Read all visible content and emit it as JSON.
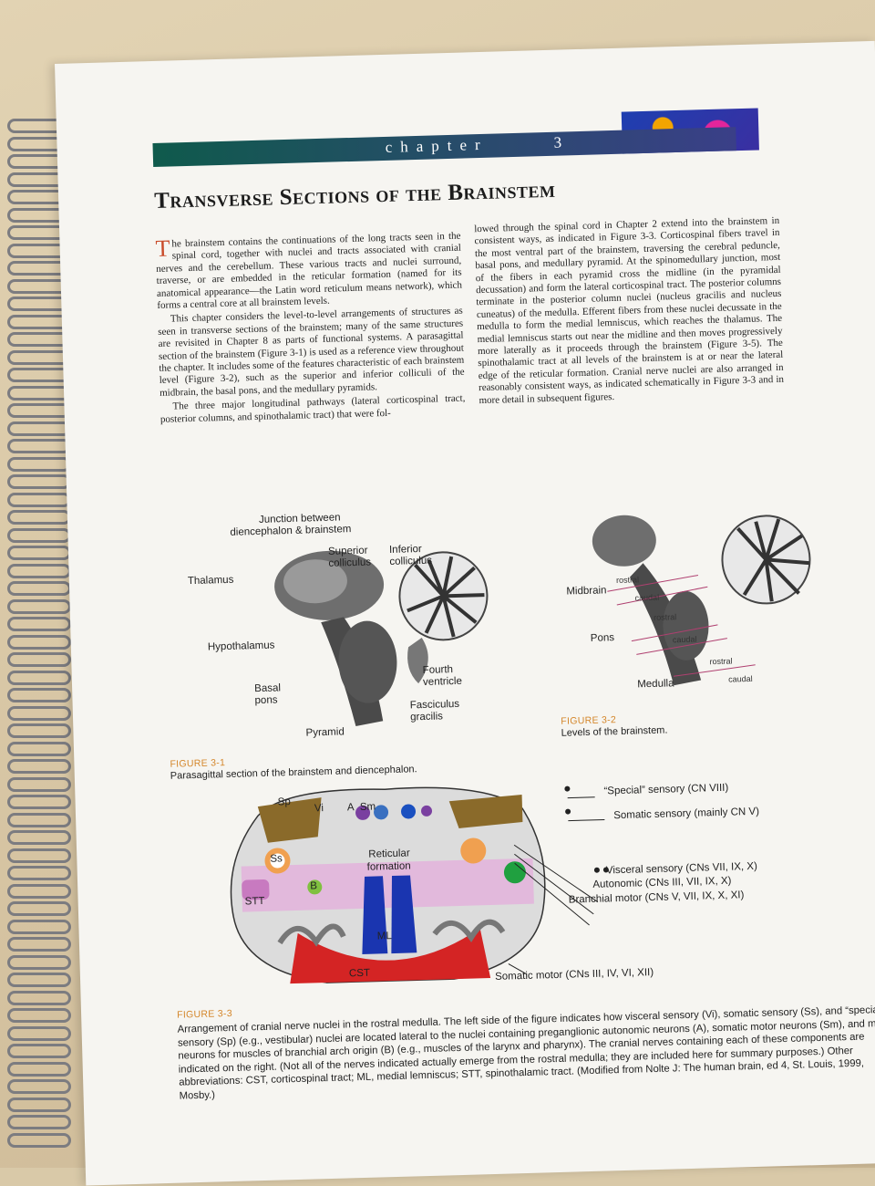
{
  "chapter": {
    "word": "chapter",
    "number": "3"
  },
  "title": "Transverse Sections of the Brainstem",
  "body": {
    "col1": [
      "he brainstem contains the continuations of the long tracts seen in the spinal cord, together with nuclei and tracts associated with cranial nerves and the cerebellum. These various tracts and nuclei surround, traverse, or are embedded in the reticular formation (named for its anatomical appearance—the Latin word reticulum means network), which forms a central core at all brainstem levels.",
      "This chapter considers the level-to-level arrangements of structures as seen in transverse sections of the brainstem; many of the same structures are revisited in Chapter 8 as parts of functional systems. A parasagittal section of the brainstem (Figure 3-1) is used as a reference view throughout the chapter. It includes some of the features characteristic of each brainstem level (Figure 3-2), such as the superior and inferior colliculi of the midbrain, the basal pons, and the medullary pyramids.",
      "The three major longitudinal pathways (lateral corticospinal tract, posterior columns, and spinothalamic tract) that were fol-"
    ],
    "dropcap": "T",
    "col2": [
      "lowed through the spinal cord in Chapter 2 extend into the brainstem in consistent ways, as indicated in Figure 3-3. Corticospinal fibers travel in the most ventral part of the brainstem, traversing the cerebral peduncle, basal pons, and medullary pyramid. At the spinomedullary junction, most of the fibers in each pyramid cross the midline (in the pyramidal decussation) and form the lateral corticospinal tract. The posterior columns terminate in the posterior column nuclei (nucleus gracilis and nucleus cuneatus) of the medulla. Efferent fibers from these nuclei decussate in the medulla to form the medial lemniscus, which reaches the thalamus. The medial lemniscus starts out near the midline and then moves progressively more laterally as it proceeds through the brainstem (Figure 3-5). The spinothalamic tract at all levels of the brainstem is at or near the lateral edge of the reticular formation. Cranial nerve nuclei are also arranged in reasonably consistent ways, as indicated schematically in Figure 3-3 and in more detail in subsequent figures."
    ]
  },
  "fig1": {
    "label": "FIGURE 3-1",
    "caption": "Parasagittal section of the brainstem and diencephalon.",
    "labels": {
      "junction_1": "Junction between",
      "junction_2": "diencephalon & brainstem",
      "superior_1": "Superior",
      "superior_2": "colliculus",
      "inferior_1": "Inferior",
      "inferior_2": "colliculus",
      "thalamus": "Thalamus",
      "hypothalamus": "Hypothalamus",
      "basal_1": "Basal",
      "basal_2": "pons",
      "fourth_1": "Fourth",
      "fourth_2": "ventricle",
      "fasciculus_1": "Fasciculus",
      "fasciculus_2": "gracilis",
      "pyramid": "Pyramid"
    }
  },
  "fig2": {
    "label": "FIGURE 3-2",
    "caption": "Levels of the brainstem.",
    "labels": {
      "midbrain": "Midbrain",
      "pons": "Pons",
      "medulla": "Medulla",
      "rostral": "rostral",
      "caudal": "caudal"
    }
  },
  "fig3": {
    "nuclei": {
      "sp": "Sp",
      "vi": "Vi",
      "a": "A",
      "sm": "Sm",
      "ss": "Ss",
      "b": "B",
      "stt": "STT",
      "reticular_1": "Reticular",
      "reticular_2": "formation",
      "ml": "ML",
      "cst": "CST"
    },
    "callouts": {
      "special": "“Special” sensory (CN VIII)",
      "somatic_sensory": "Somatic sensory (mainly CN V)",
      "visceral": "Visceral sensory (CNs VII, IX, X)",
      "autonomic": "Autonomic (CNs III, VII, IX, X)",
      "branchial": "Branchial motor (CNs V, VII, IX, X, XI)",
      "somatic_motor": "Somatic motor (CNs III, IV, VI, XII)"
    },
    "label": "FIGURE 3-3",
    "caption": "Arrangement of cranial nerve nuclei in the rostral medulla. The left side of the figure indicates how visceral sensory (Vi), somatic sensory (Ss), and “special” sensory (Sp) (e.g., vestibular) nuclei are located lateral to the nuclei containing preganglionic autonomic neurons (A), somatic motor neurons (Sm), and motor neurons for muscles of branchial arch origin (B) (e.g., muscles of the larynx and pharynx). The cranial nerves containing each of these components are indicated on the right. (Not all of the nerves indicated actually emerge from the rostral medulla; they are included here for summary purposes.) Other abbreviations: CST, corticospinal tract; ML, medial lemniscus; STT, spinothalamic tract. (Modified from Nolte J: The human brain, ed 4, St. Louis, 1999, Mosby.)"
  },
  "colors": {
    "banner_start": "#0f5a4c",
    "banner_end": "#3a3f88",
    "figure_label": "#d4862a",
    "cst": "#d42424",
    "ml": "#1a35b0",
    "reticular": "#e2b9dc"
  }
}
